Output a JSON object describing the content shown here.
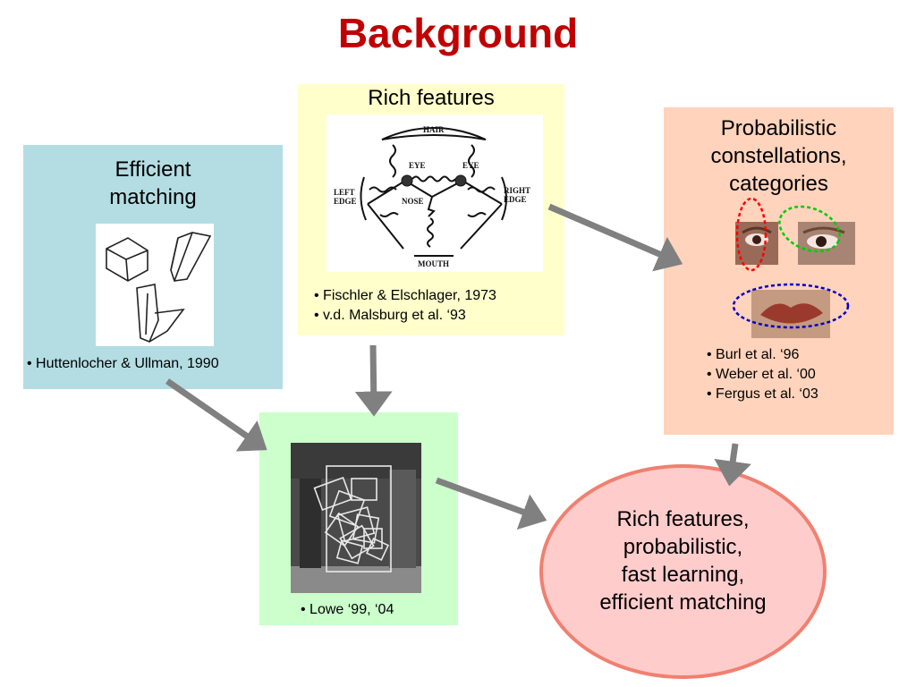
{
  "title": "Background",
  "efficient": {
    "heading": [
      "Efficient",
      "matching"
    ],
    "refs": [
      "• Huttenlocher & Ullman, 1990"
    ]
  },
  "rich": {
    "heading": "Rich features",
    "figure_labels": {
      "hair": "HAIR",
      "eye_left": "EYE",
      "eye_right": "EYE",
      "left_edge": [
        "LEFT",
        "EDGE"
      ],
      "right_edge": [
        "RIGHT",
        "EDGE"
      ],
      "nose": "NOSE",
      "mouth": "MOUTH"
    },
    "refs": [
      "• Fischler & Elschlager, 1973",
      "• v.d. Malsburg et al. ‘93"
    ]
  },
  "prob": {
    "heading": [
      "Probabilistic",
      "constellations,",
      "categories"
    ],
    "refs": [
      "• Burl et al. ‘96",
      "• Weber et al. ‘00",
      "• Fergus et al. ‘03"
    ],
    "colors": {
      "ellipse_eye_left": "#ff0000",
      "ellipse_eye_right": "#00cc00",
      "ellipse_mouth": "#0000cc"
    }
  },
  "lowe": {
    "refs": [
      "• Lowe ‘99, ‘04"
    ]
  },
  "goal": {
    "lines": [
      "Rich features,",
      "probabilistic,",
      "fast learning,",
      "efficient matching"
    ]
  },
  "colors": {
    "title": "#c00000",
    "arrow": "#808080",
    "efficient_bg": "#b3dde3",
    "rich_bg": "#ffffcc",
    "prob_bg": "#ffd3bc",
    "lowe_bg": "#ccffcc",
    "goal_fill": "#ffcccc",
    "goal_border": "#f08070"
  }
}
